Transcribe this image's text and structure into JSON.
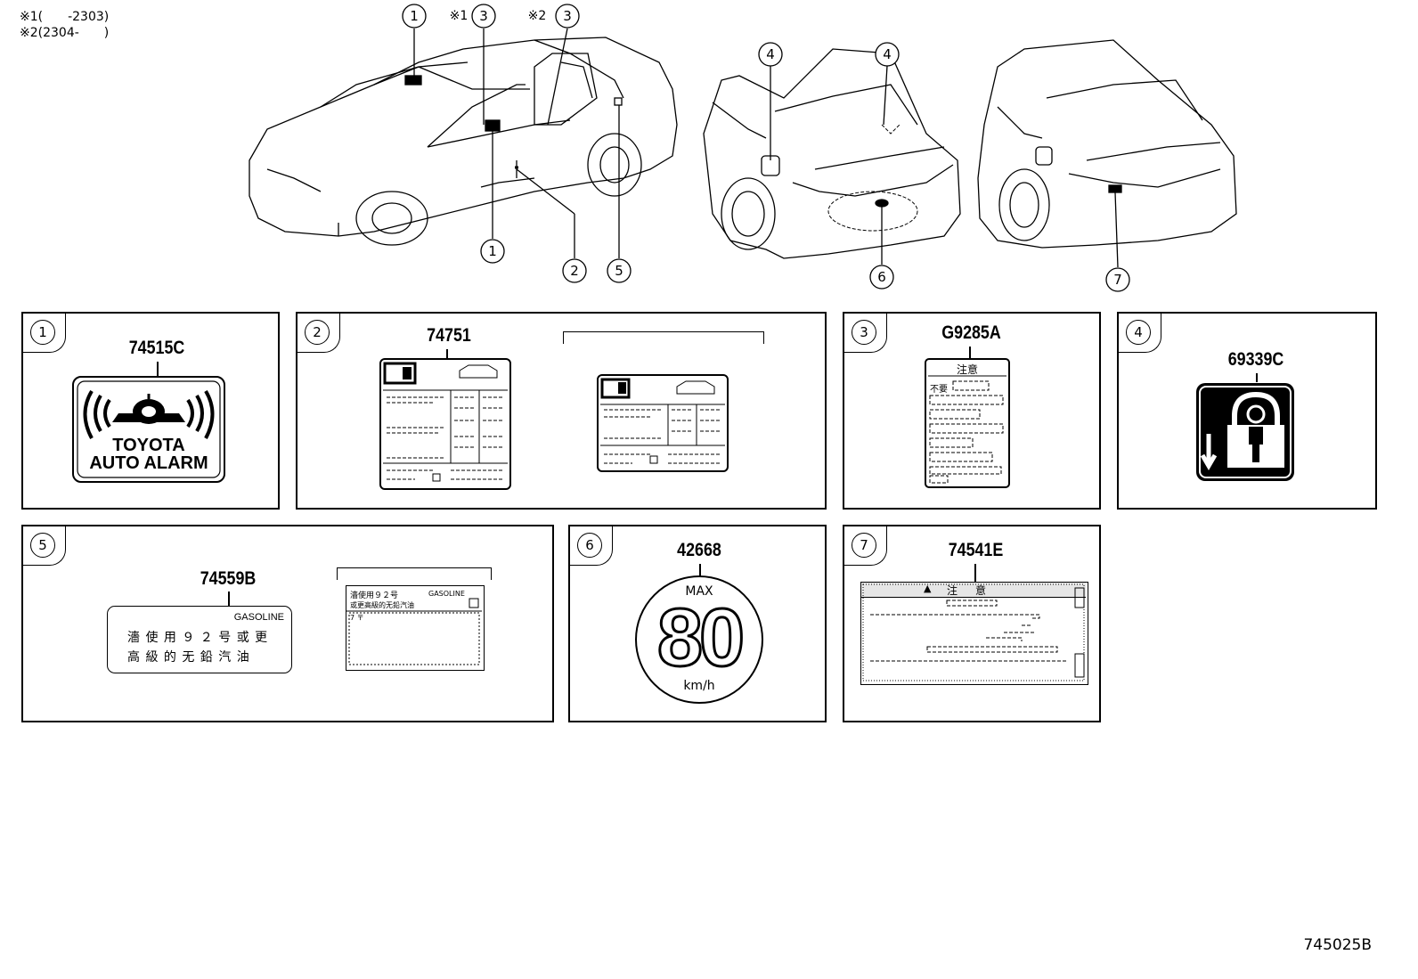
{
  "legend": {
    "note1": "※1(　　-2303)",
    "note2": "※2(2304-　　)"
  },
  "callouts": {
    "n1": "1",
    "n2": "2",
    "n3": "3",
    "n4": "4",
    "n5": "5",
    "n6": "6",
    "n7": "7",
    "m1": "※1",
    "m2": "※2"
  },
  "panels": {
    "p1": {
      "index": "1",
      "part": "74515C",
      "line1": "TOYOTA",
      "line2": "AUTO ALARM"
    },
    "p2": {
      "index": "2",
      "part": "74751"
    },
    "p3": {
      "index": "3",
      "part": "G9285A",
      "heading": "注意",
      "small": "不要"
    },
    "p4": {
      "index": "4",
      "part": "69339C"
    },
    "p5": {
      "index": "5",
      "part": "74559B",
      "fuel": "GASOLINE",
      "line1": "濇 使 用 ９ ２ 号 或 更",
      "line2": "高 級 的 无 鉛 汽 油",
      "mini1": "濇使用９２号",
      "mini2": "GASOLINE",
      "mini3": "或更高級的无鉛汽油",
      "mini4": "7 〒"
    },
    "p6": {
      "index": "6",
      "part": "42668",
      "top": "MAX",
      "speed": "80",
      "unit": "km/h"
    },
    "p7": {
      "index": "7",
      "part": "74541E",
      "heading": "注　意"
    }
  },
  "doc_id": "745025B"
}
